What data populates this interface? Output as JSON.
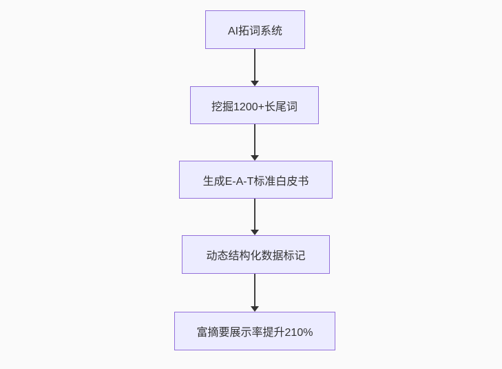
{
  "diagram": {
    "type": "flowchart",
    "direction": "top-down",
    "nodes": [
      {
        "id": "node-1",
        "label": "AI拓词系统"
      },
      {
        "id": "node-2",
        "label": "挖掘1200+长尾词"
      },
      {
        "id": "node-3",
        "label": "生成E-A-T标准白皮书"
      },
      {
        "id": "node-4",
        "label": "动态结构化数据标记"
      },
      {
        "id": "node-5",
        "label": "富摘要展示率提升210%"
      }
    ],
    "edges": [
      {
        "from": "node-1",
        "to": "node-2",
        "arrow": "down"
      },
      {
        "from": "node-2",
        "to": "node-3",
        "arrow": "down"
      },
      {
        "from": "node-3",
        "to": "node-4",
        "arrow": "down"
      },
      {
        "from": "node-4",
        "to": "node-5",
        "arrow": "down"
      }
    ],
    "colors": {
      "node_fill": "#ececff",
      "node_border": "#9370db",
      "edge_line": "#404040",
      "arrowhead": "#333333",
      "text": "#333333",
      "background": "#fafafa"
    }
  }
}
